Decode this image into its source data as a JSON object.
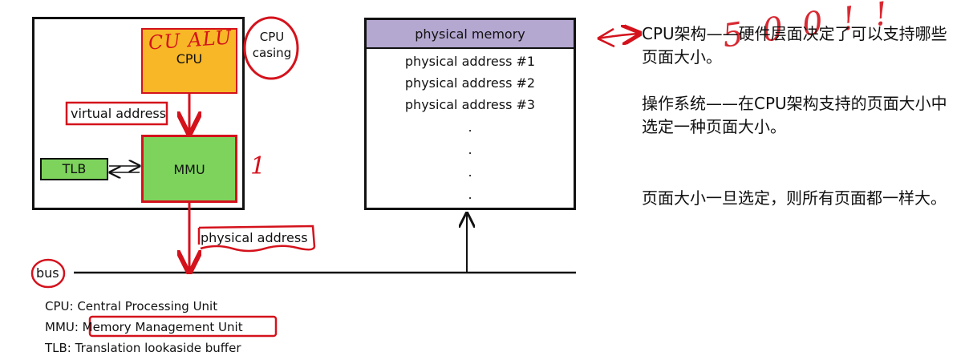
{
  "diagram": {
    "cpu_block": {
      "label": "CPU",
      "annotation": "CU ALU",
      "color": "#f7b726"
    },
    "cpu_casing_label": "CPU\ncasing",
    "mmu_block": {
      "label": "MMU",
      "color": "#7ed35d",
      "annotation": "1"
    },
    "tlb_block": {
      "label": "TLB",
      "color": "#7ed35d"
    },
    "virtual_address_label": "virtual address",
    "physical_address_label": "physical address",
    "bus_label": "bus",
    "physical_memory": {
      "header": "physical memory",
      "header_color": "#b4a7d0",
      "rows": [
        "physical address #1",
        "physical address #2",
        "physical address #3",
        ".",
        ".",
        ".",
        "."
      ]
    },
    "annotation_color": "#d4121c"
  },
  "legend": [
    "CPU: Central Processing Unit",
    "MMU: Memory Management Unit",
    "TLB: Translation lookaside buffer"
  ],
  "notes": [
    "CPU架构——硬件层面决定了可以支持哪些页面大小。",
    "操作系统——在CPU架构支持的页面大小中选定一种页面大小。",
    "页面大小一旦选定，则所有页面都一样大。"
  ],
  "handwritten_note": "5 0 0 ! !"
}
